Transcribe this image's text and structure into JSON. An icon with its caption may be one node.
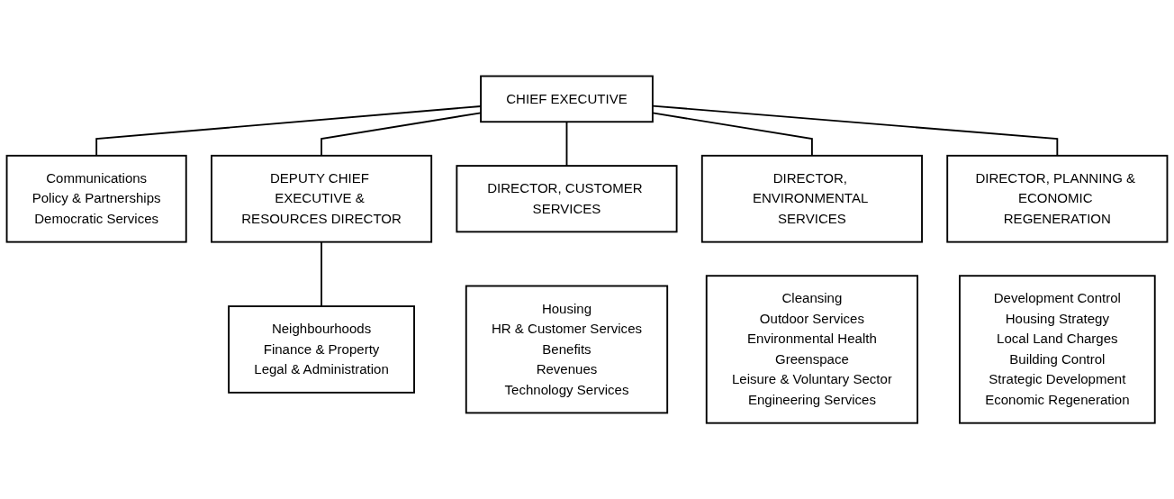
{
  "diagram": {
    "nodes": [
      {
        "text": [
          "CHIEF EXECUTIVE"
        ]
      },
      {
        "text": [
          "Communications",
          "Policy & Partnerships",
          "Democratic Services"
        ]
      },
      {
        "text": [
          "DEPUTY CHIEF EXECUTIVE & RESOURCES DIRECTOR"
        ]
      },
      {
        "text": [
          "DIRECTOR, CUSTOMER SERVICES"
        ]
      },
      {
        "text": [
          "DIRECTOR, ENVIRONMENTAL SERVICES"
        ]
      },
      {
        "text": [
          "DIRECTOR, PLANNING & ECONOMIC REGENERATION"
        ]
      },
      {
        "text": [
          "Neighbourhoods",
          "Finance & Property",
          "Legal & Administration"
        ]
      },
      {
        "text": [
          "Housing",
          "HR & Customer Services",
          "Benefits",
          "Revenues",
          "Technology Services"
        ]
      },
      {
        "text": [
          "Cleansing",
          "Outdoor Services",
          "Environmental Health",
          "Greenspace",
          "Leisure & Voluntary Sector",
          "Engineering Services"
        ]
      },
      {
        "text": [
          "Development Control",
          "Housing Strategy",
          "Local Land Charges",
          "Building Control",
          "Strategic Development",
          "Economic Regeneration"
        ]
      }
    ],
    "edges": [
      {
        "from": 0,
        "to": 1,
        "arrow": "none"
      },
      {
        "from": 0,
        "to": 2,
        "arrow": "none"
      },
      {
        "from": 0,
        "to": 3,
        "arrow": "none"
      },
      {
        "from": 0,
        "to": 4,
        "arrow": "none"
      },
      {
        "from": 0,
        "to": 5,
        "arrow": "none"
      },
      {
        "from": 2,
        "to": 6,
        "arrow": "none"
      }
    ]
  }
}
